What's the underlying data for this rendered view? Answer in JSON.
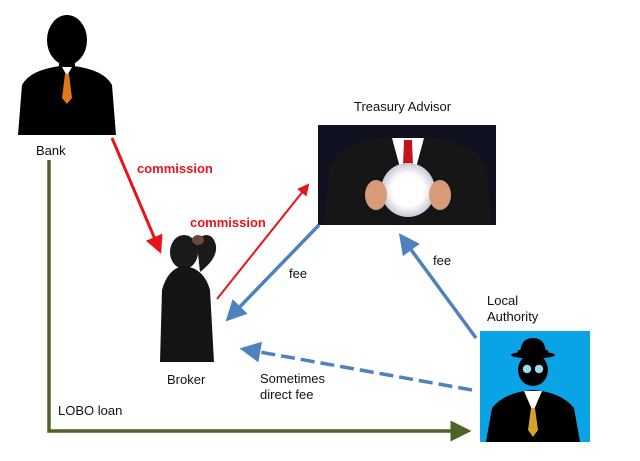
{
  "nodes": {
    "bank": "Bank",
    "treasury_advisor": "Treasury Advisor",
    "broker": "Broker",
    "local_authority_line1": "Local",
    "local_authority_line2": "Authority"
  },
  "edges": {
    "bank_to_broker": "commission",
    "broker_to_advisor": "commission",
    "advisor_to_broker": "fee",
    "authority_to_advisor": "fee",
    "authority_to_broker_line1": "Sometimes",
    "authority_to_broker_line2": "direct fee",
    "bank_to_authority": "LOBO loan"
  },
  "colors": {
    "commission": "#e8141c",
    "fee": "#4f81bd",
    "loan": "#4f6228",
    "authority_bg": "#0aa3e6",
    "advisor_bg": "#0f1020"
  }
}
